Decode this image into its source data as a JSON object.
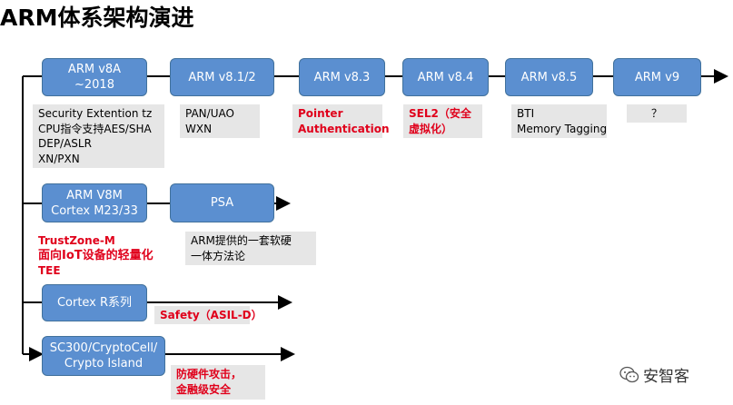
{
  "title": "ARM体系架构演进",
  "row1": {
    "boxes": [
      {
        "lines": [
          "ARM v8A",
          "~2018"
        ]
      },
      {
        "lines": [
          "ARM v8.1/2"
        ]
      },
      {
        "lines": [
          "ARM v8.3"
        ]
      },
      {
        "lines": [
          "ARM v8.4"
        ]
      },
      {
        "lines": [
          "ARM v8.5"
        ]
      },
      {
        "lines": [
          "ARM v9"
        ]
      }
    ],
    "notes": [
      {
        "lines": [
          "Security Extention tz",
          "CPU指令支持AES/SHA",
          "DEP/ASLR",
          "XN/PXN"
        ]
      },
      {
        "lines": [
          "PAN/UAO",
          "WXN"
        ]
      },
      {
        "lines": [
          "Pointer",
          "Authentication"
        ]
      },
      {
        "lines": [
          "SEL2（安全",
          "虚拟化）"
        ]
      },
      {
        "lines": [
          "BTI",
          "Memory Tagging"
        ]
      },
      {
        "lines": [
          "？"
        ]
      }
    ]
  },
  "row2": {
    "boxes": [
      {
        "lines": [
          "ARM V8M",
          "Cortex M23/33"
        ]
      },
      {
        "lines": [
          "PSA"
        ]
      }
    ],
    "notes": [
      {
        "lines": [
          "TrustZone-M",
          "面向IoT设备的轻量化",
          "TEE"
        ]
      },
      {
        "lines": [
          "ARM提供的一套软硬",
          "一体方法论"
        ]
      }
    ]
  },
  "row3": {
    "box": {
      "lines": [
        "Cortex R系列"
      ]
    },
    "note": {
      "lines": [
        "Safety（ASIL-D）"
      ]
    }
  },
  "row4": {
    "box": {
      "lines": [
        "SC300/CryptoCell/",
        "Crypto Island"
      ]
    },
    "note": {
      "lines": [
        "防硬件攻击，",
        "金融级安全"
      ]
    }
  },
  "watermark": "安智客",
  "colors": {
    "box_fill": "#5b8fd0",
    "box_border": "#41719c",
    "note_bg": "#e6e6e6",
    "highlight": "#e0001b"
  }
}
